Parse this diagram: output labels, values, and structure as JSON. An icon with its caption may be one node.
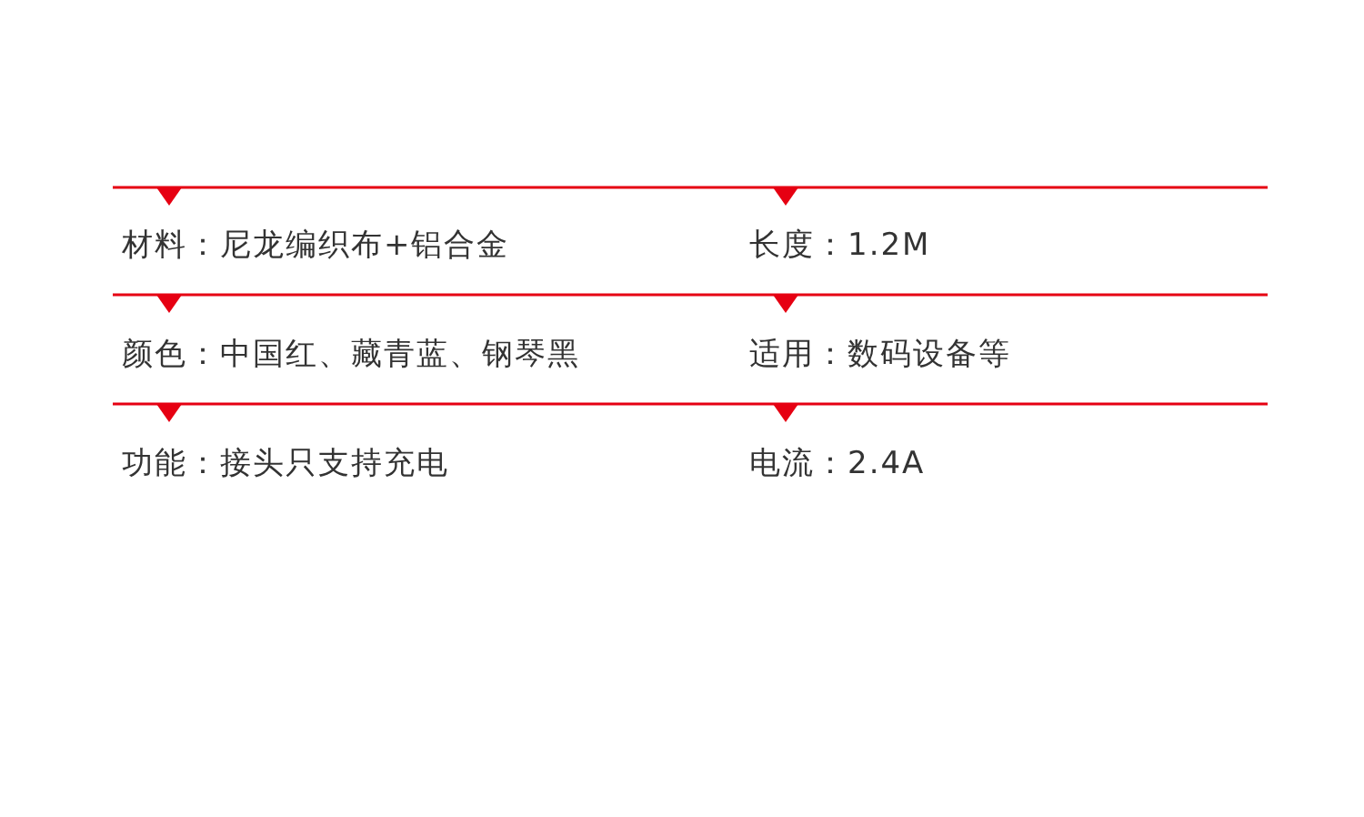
{
  "diagram": {
    "labels": [
      "材料：尼龙编织布+铝合金",
      "长度：1.2M",
      "颜色：中国红、藏青蓝、钢琴黑",
      "适用：数码设备等",
      "功能：接头只支持充电",
      "电流：2.4A"
    ]
  }
}
